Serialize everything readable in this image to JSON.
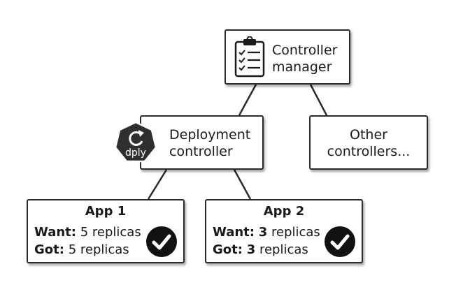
{
  "controller_manager": {
    "line1": "Controller",
    "line2": "manager",
    "icon": "clipboard-checklist-icon"
  },
  "deployment_controller": {
    "line1": "Deployment",
    "line2": "controller",
    "badge_text": "dply",
    "icon": "refresh-icon"
  },
  "other_controllers": {
    "line1": "Other",
    "line2": "controllers..."
  },
  "apps": [
    {
      "title": "App 1",
      "want_label": "Want:",
      "want_value": "5",
      "got_label": "Got:",
      "got_value": "5",
      "unit": "replicas",
      "status_icon": "check-circle-icon"
    },
    {
      "title": "App 2",
      "want_label": "Want:",
      "want_value": "3",
      "got_label": "Got:",
      "got_value": "3",
      "unit": "replicas",
      "status_icon": "check-circle-icon"
    }
  ],
  "colors": {
    "line": "#2b2b2b",
    "badge": "#2f2f2f",
    "check_bg": "#111111"
  }
}
